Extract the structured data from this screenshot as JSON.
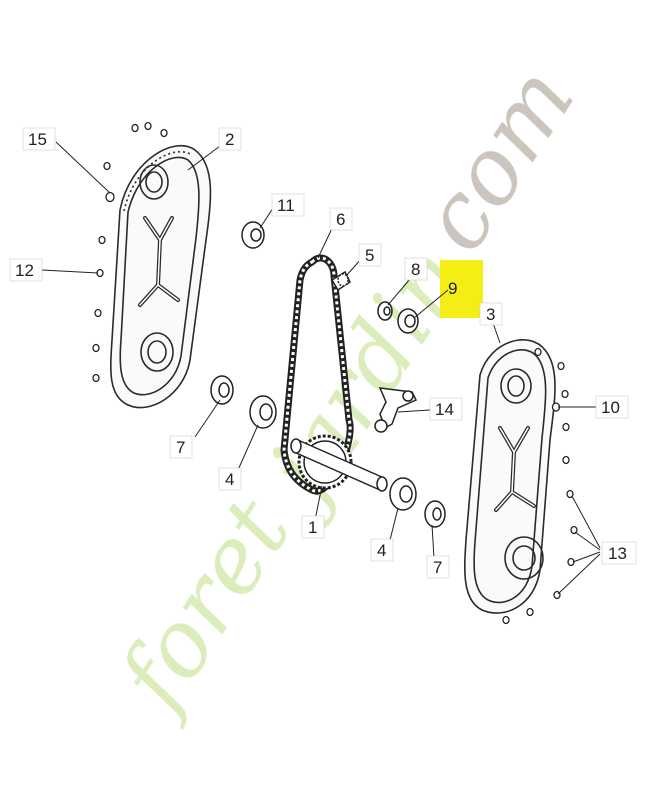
{
  "diagram": {
    "callouts": [
      {
        "id": "15",
        "label": "15"
      },
      {
        "id": "2",
        "label": "2"
      },
      {
        "id": "11",
        "label": "11"
      },
      {
        "id": "6",
        "label": "6"
      },
      {
        "id": "5",
        "label": "5"
      },
      {
        "id": "8",
        "label": "8"
      },
      {
        "id": "9",
        "label": "9"
      },
      {
        "id": "3",
        "label": "3"
      },
      {
        "id": "12",
        "label": "12"
      },
      {
        "id": "10",
        "label": "10"
      },
      {
        "id": "14",
        "label": "14"
      },
      {
        "id": "7a",
        "label": "7"
      },
      {
        "id": "4a",
        "label": "4"
      },
      {
        "id": "1",
        "label": "1"
      },
      {
        "id": "4b",
        "label": "4"
      },
      {
        "id": "7b",
        "label": "7"
      },
      {
        "id": "13",
        "label": "13"
      }
    ],
    "highlighted_callout": "9",
    "highlight_color": "#f5ee14"
  },
  "watermark": {
    "part1": "foret",
    "part2": "jardin",
    "part3": ".com",
    "color_light": "#d9ecb8",
    "color_accent": "#f4c27e",
    "color_gray": "#c9c2ba"
  }
}
